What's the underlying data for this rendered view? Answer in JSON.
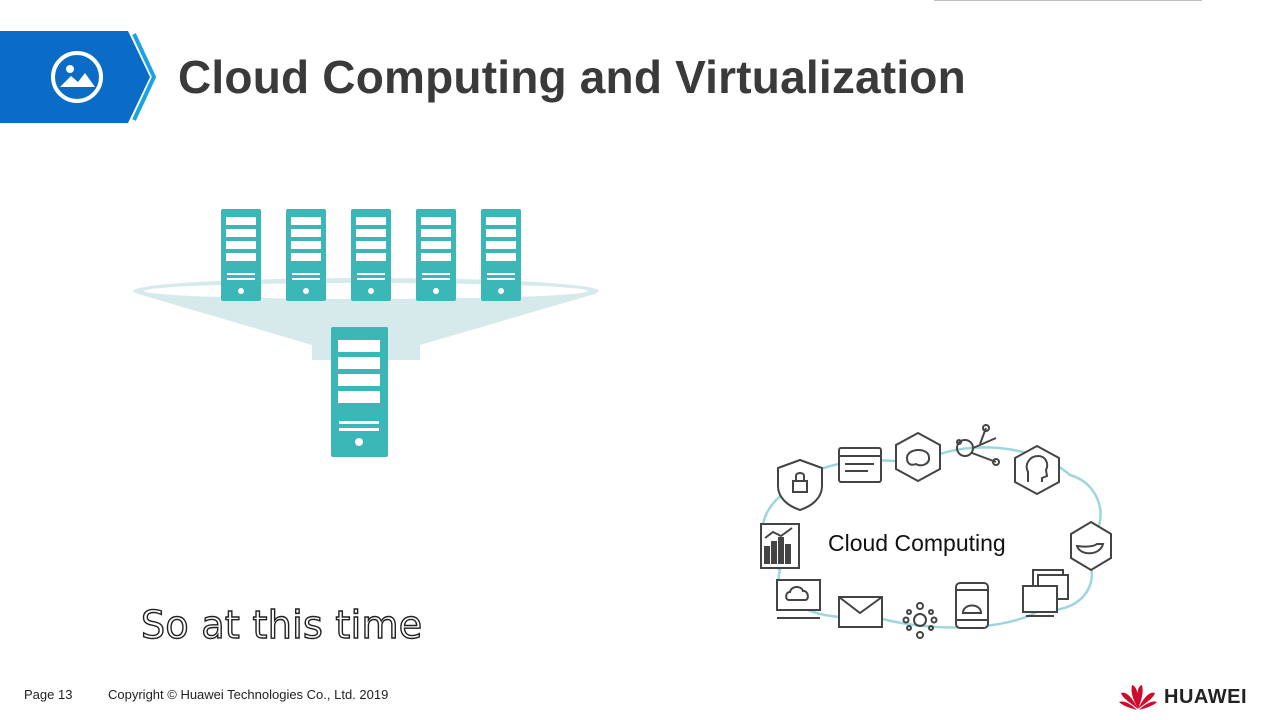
{
  "slide": {
    "title": "Cloud Computing and Virtualization",
    "subtitle": "So at this time",
    "cloud_label": "Cloud Computing"
  },
  "footer": {
    "page": "Page 13",
    "copyright": "Copyright © Huawei Technologies Co., Ltd. 2019",
    "brand": "HUAWEI"
  },
  "icons": {
    "banner": "image-icon",
    "servers": "server-icon",
    "cloud_services": [
      "security-shield-icon",
      "browser-window-icon",
      "brain-icon",
      "network-nodes-icon",
      "ai-head-icon",
      "container-whale-icon",
      "desktop-sync-icon",
      "mobile-phone-icon",
      "hub-nodes-icon",
      "mail-icon",
      "cloud-desktop-icon",
      "analytics-chart-icon"
    ]
  },
  "colors": {
    "banner_blue": "#0a6cc6",
    "banner_accent": "#19a3e6",
    "server_teal": "#3bb7b8",
    "funnel_tint": "#d6eaec",
    "cloud_outline": "#9dd6dc",
    "title_gray": "#3a3a3a",
    "huawei_red": "#cf0a2c"
  }
}
